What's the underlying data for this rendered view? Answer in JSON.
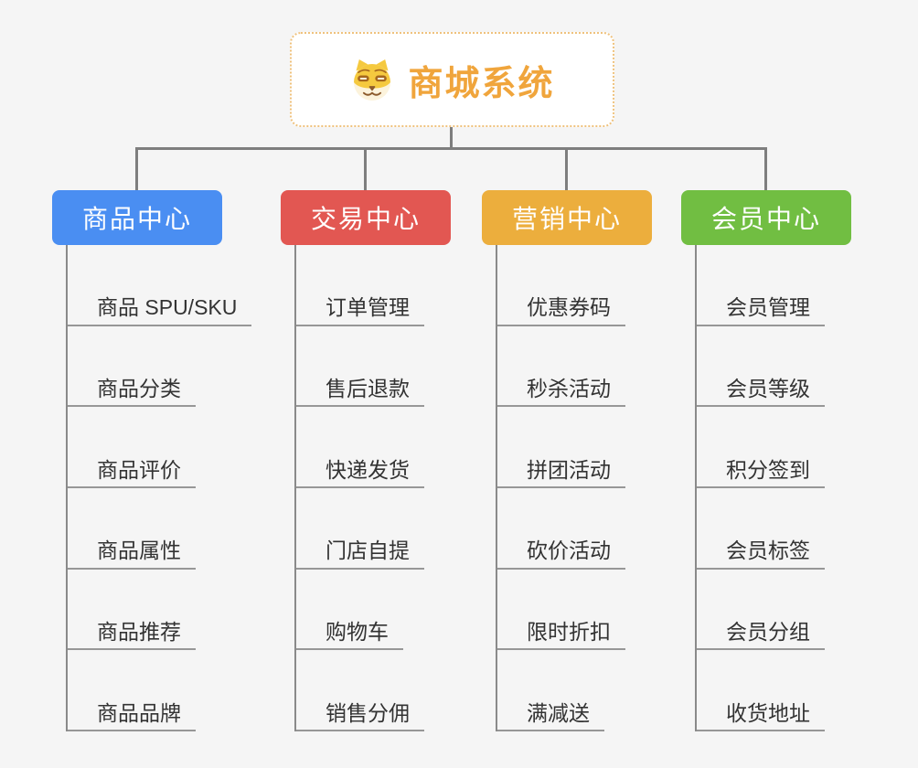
{
  "app": "mind-map-canvas",
  "colors": {
    "background": "#f5f5f5",
    "connector": "#7e7e7e",
    "underline": "#979797",
    "item_text": "#333333"
  },
  "root": {
    "title": "商城系统",
    "title_color": "#f0a53c",
    "border_color": "#efc27d",
    "icon": "doge-face-icon"
  },
  "branches": [
    {
      "label": "商品中心",
      "color": "#4a8ef2",
      "items": [
        "商品 SPU/SKU",
        "商品分类",
        "商品评价",
        "商品属性",
        "商品推荐",
        "商品品牌"
      ]
    },
    {
      "label": "交易中心",
      "color": "#e25752",
      "items": [
        "订单管理",
        "售后退款",
        "快递发货",
        "门店自提",
        "购物车",
        "销售分佣"
      ]
    },
    {
      "label": "营销中心",
      "color": "#ecae3d",
      "items": [
        "优惠券码",
        "秒杀活动",
        "拼团活动",
        "砍价活动",
        "限时折扣",
        "满减送"
      ]
    },
    {
      "label": "会员中心",
      "color": "#71be42",
      "items": [
        "会员管理",
        "会员等级",
        "积分签到",
        "会员标签",
        "会员分组",
        "收货地址"
      ]
    }
  ]
}
